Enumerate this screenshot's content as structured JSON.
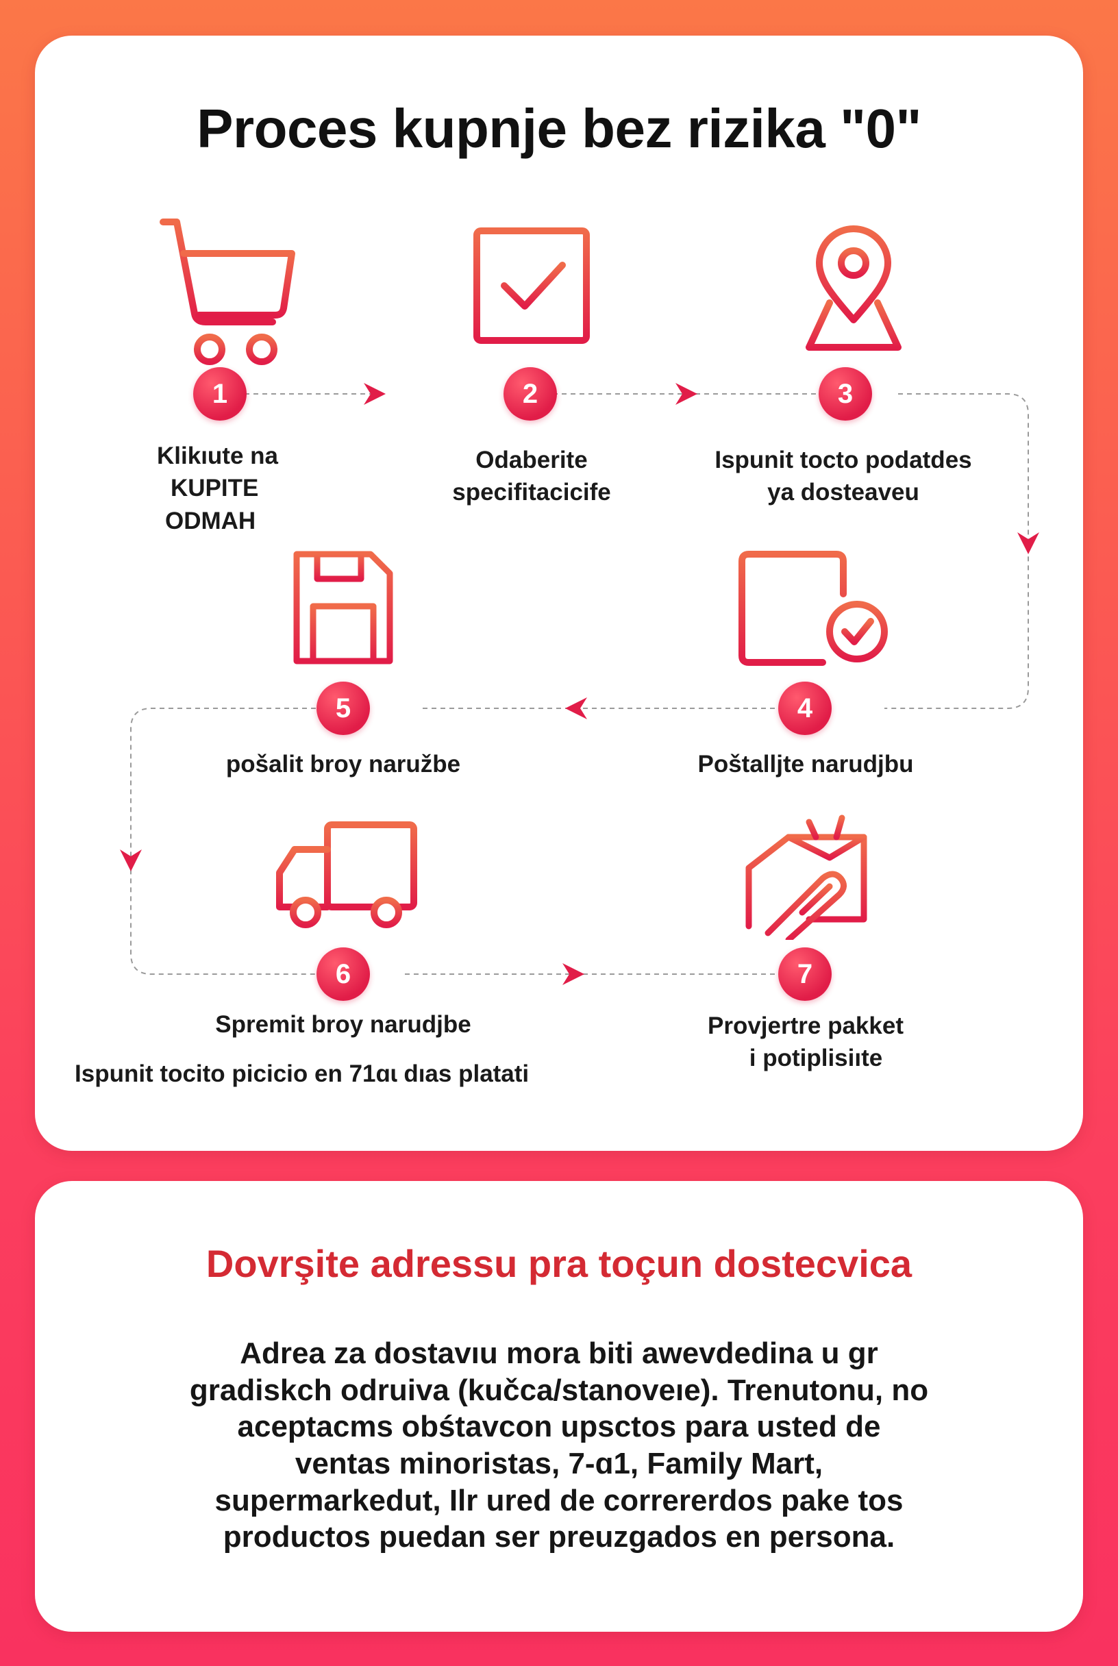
{
  "process": {
    "title": "Proces kupnje bez rizika \"0\"",
    "steps": [
      {
        "number": "1",
        "label_lines": [
          "Klikıute na",
          "KUPITE",
          "ODMAH"
        ],
        "icon": "cart-plus-icon"
      },
      {
        "number": "2",
        "label_lines": [
          "Odaberite",
          "specifitacicife"
        ],
        "icon": "checkbox-icon"
      },
      {
        "number": "3",
        "label_lines": [
          "Ispunit tocto podatdes",
          "ya dosteaveu"
        ],
        "icon": "map-pin-icon"
      },
      {
        "number": "4",
        "label_lines": [
          "Poštalljte narudjbu"
        ],
        "icon": "document-check-icon"
      },
      {
        "number": "5",
        "label_lines": [
          "pošalit broy naružbe"
        ],
        "icon": "floppy-disk-icon"
      },
      {
        "number": "6",
        "label_lines": [
          "Spremit broy narudjbe",
          "Ispunit tocito picicio en 71ɑɩ dıas platati"
        ],
        "icon": "truck-icon"
      },
      {
        "number": "7",
        "label_lines": [
          "Provjertre pakket",
          "i potiplisiıte"
        ],
        "icon": "package-icon"
      }
    ]
  },
  "address": {
    "title": "Dovrşite adressu pra toçun dostecvica",
    "body_lines": [
      "Adrea za dostavıu mora biti awevdedina u gr",
      "gradiskch odruiva (kučca/stanoveıe). Trenutonu, no",
      "aceptacms obśtavcon upsctos para usted de",
      "ventas minoristas, 7-ɑ1, Family Mart,",
      "supermarkedut, Ilr ured de corrererdos pake tos",
      "productos puedan ser preuzgados en persona."
    ]
  },
  "colors": {
    "accent": "#e11d48",
    "accent_light": "#f06b4a",
    "address_title": "#d42a33"
  }
}
